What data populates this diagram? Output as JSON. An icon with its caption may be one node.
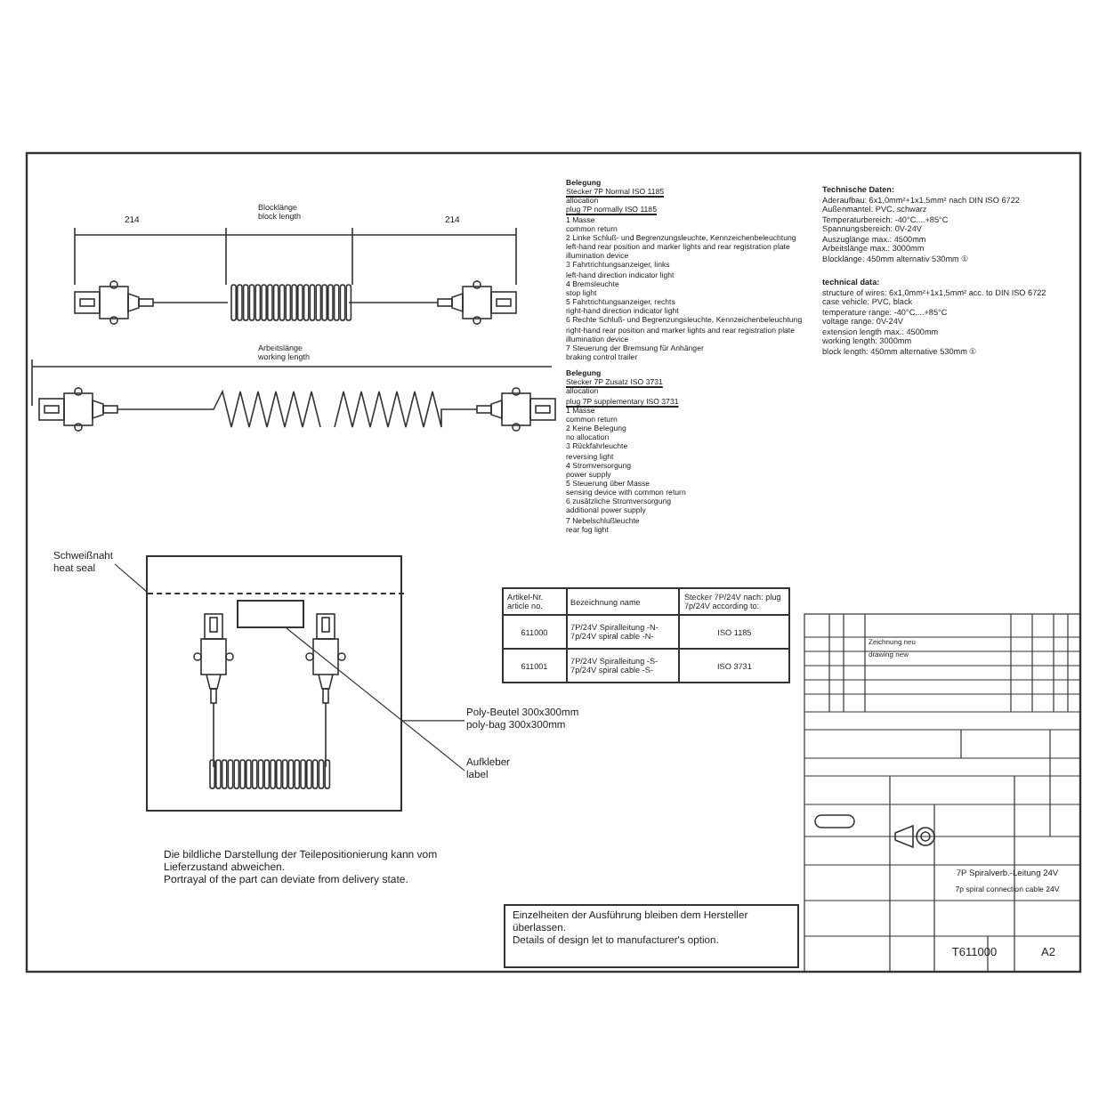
{
  "diagram": {
    "nodes": [
      {
        "text": [
          "Schweißnaht",
          "heat seal"
        ]
      },
      {
        "text": [],
        "shape": "box"
      },
      {
        "text": [],
        "shape": "line",
        "in": 1
      },
      {
        "text": [],
        "shape": "box",
        "in": 1
      },
      {
        "text": [
          "Poly-Beutel 300x300mm",
          "poly-bag 300x300mm"
        ]
      },
      {
        "text": [
          "Aufkleber",
          "label"
        ]
      }
    ],
    "edges": [
      {
        "from": 0,
        "to": 2,
        "arrow": "none"
      },
      {
        "from": 4,
        "to": 1,
        "arrow": "none"
      },
      {
        "from": 5,
        "to": 3,
        "arrow": "none"
      }
    ],
    "labels": [
      "214",
      "Blocklänge",
      "block length",
      "214",
      "Arbeitslänge",
      "working length",
      "Belegung",
      "Stecker 7P Normal ISO 1185",
      "allocation",
      "plug 7P normally ISO 1185",
      "1 Masse",
      "common return",
      "2 Linke Schluß- und Begrenzungsleuchte, Kennzeichenbeleuchtung",
      "left-hand rear position and marker lights and rear registration plate illumination device",
      "3 Fahrtrichtungsanzeiger, links",
      "left-hand direction indicator light",
      "4 Bremsleuchte",
      "stop light",
      "5 Fahrtrichtungsanzeiger, rechts",
      "right-hand direction indicator light",
      "6 Rechte Schluß- und Begrenzungsleuchte, Kennzeichenbeleuchtung",
      "right-hand rear position and marker lights and rear registration plate illumination device",
      "7 Steuerung der Bremsung für Anhänger",
      "braking control trailer",
      "Belegung",
      "Stecker 7P Zusatz ISO 3731",
      "allocation",
      "plug 7P supplementary ISO 3731",
      "1 Masse",
      "common return",
      "2 Keine Belegung",
      "no allocation",
      "3 Rückfahrleuchte",
      "reversing light",
      "4 Stromversorgung",
      "power supply",
      "5 Steuerung über Masse",
      "sensing device with common return",
      "6 zusätzliche Stromversorgung",
      "additional power supply",
      "7 Nebelschlußleuchte",
      "rear fog light",
      "Technische Daten:",
      "Aderaufbau: 6x1,0mm²+1x1,5mm² nach DIN ISO 6722",
      "Außenmantel: PVC, schwarz",
      "Temperaturbereich: -40°C....+85°C",
      "Spannungsbereich: 0V-24V",
      "Auszuglänge max.: 4500mm",
      "Arbeitslänge max.: 3000mm",
      "Blocklänge: 450mm alternativ 530mm ①",
      "technical data:",
      "structure of wires: 6x1,0mm²+1x1,5mm² acc. to DIN ISO 6722",
      "case vehicle: PVC, black",
      "temperature range: -40°C....+85°C",
      "voltage range: 0V-24V",
      "extension length max.: 4500mm",
      "working length: 3000mm",
      "block length: 450mm alternative 530mm ①",
      "Artikel-Nr. article no.",
      "Bezeichnung name",
      "Stecker 7P/24V nach: plug 7p/24V according to:",
      "611000",
      "7P/24V Spiralleitung -N- 7p/24V spiral cable -N-",
      "ISO 1185",
      "611001",
      "7P/24V Spiralleitung -S- 7p/24V spiral cable -S-",
      "ISO 3731",
      "Die bildliche Darstellung der Teilepositionierung kann vom Lieferzustand abweichen.",
      "Portrayal of the part can deviate from delivery state.",
      "Einzelheiten der Ausführung bleiben dem Hersteller überlassen.",
      "Details of design let to manufacturer's option.",
      "Zeichnung neu",
      "drawing new",
      "7P Spiralverb.-Leitung 24V",
      "7p spiral connection cable 24V",
      "T611000",
      "A2"
    ]
  }
}
